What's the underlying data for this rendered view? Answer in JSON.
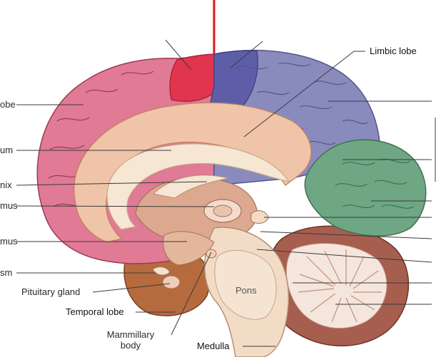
{
  "diagram": {
    "labels": {
      "limbic_lobe": "Limbic lobe",
      "frontal_lobe_partial": "obe",
      "corpus_callosum_partial": "um",
      "fornix_partial": "nix",
      "thalamus_partial": "mus",
      "hypothalamus_partial": "mus",
      "optic_chiasm_partial": "sm",
      "pituitary_gland": "Pituitary gland",
      "temporal_lobe": "Temporal lobe",
      "mammillary_body_line1": "Mammillary",
      "mammillary_body_line2": "body",
      "pons": "Pons",
      "medulla": "Medulla"
    },
    "colors": {
      "frontal": "#e07a95",
      "precentral": "#e0344f",
      "parietal": "#8a8bbd",
      "postcentral": "#5e5ea8",
      "occipital": "#6fa784",
      "limbic": "#f0c4a8",
      "corpus_callosum": "#f6e6d4",
      "brainstem": "#f2dcc6",
      "cerebellum": "#a65e4e",
      "temporal": "#b56b3e",
      "pointer_red": "#e01818"
    }
  }
}
